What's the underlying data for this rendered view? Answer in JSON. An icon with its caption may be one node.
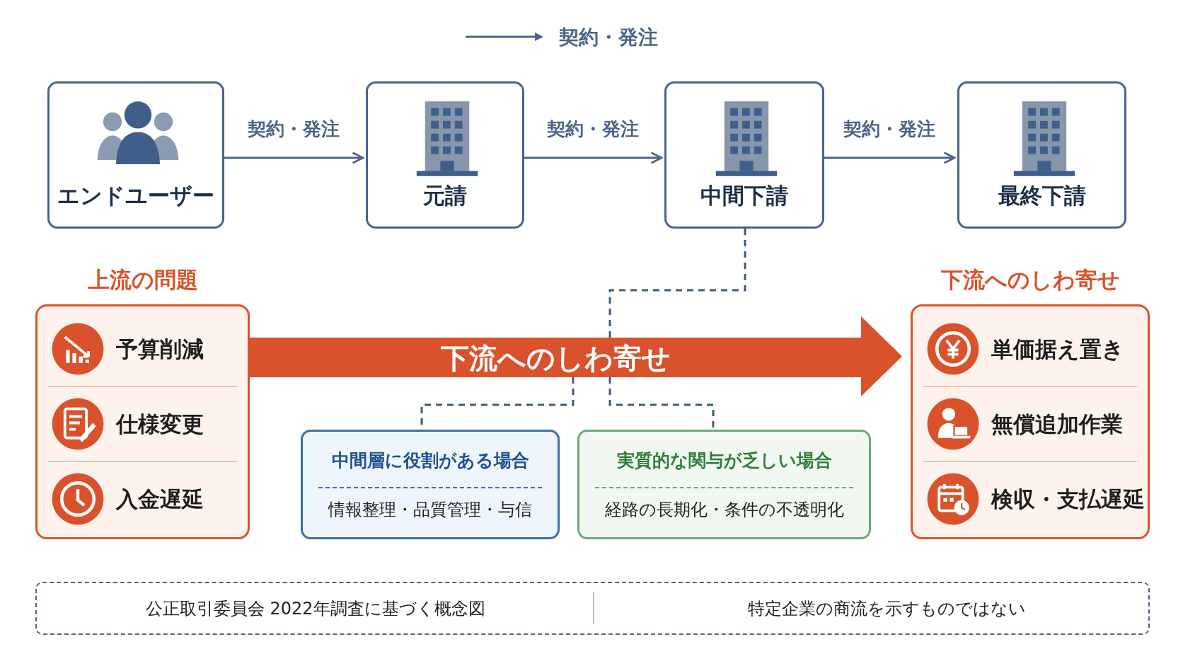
{
  "diagram": {
    "nodes": [
      {
        "text": [
          "エンドユーザー"
        ]
      },
      {
        "text": [
          "元請"
        ]
      },
      {
        "text": [
          "中間下請"
        ]
      },
      {
        "text": [
          "最終下請"
        ]
      },
      {
        "text": [
          "上流の問題"
        ]
      },
      {
        "text": [
          "予算削減"
        ],
        "in": 4
      },
      {
        "text": [
          "仕様変更"
        ],
        "in": 4
      },
      {
        "text": [
          "入金遅延"
        ],
        "in": 4
      },
      {
        "text": [
          "下流へのしわ寄せ"
        ]
      },
      {
        "text": [
          "下流へのしわ寄せ"
        ]
      },
      {
        "text": [
          "単価据え置き"
        ],
        "in": 9
      },
      {
        "text": [
          "無償追加作業"
        ],
        "in": 9
      },
      {
        "text": [
          "検収・支払遅延"
        ],
        "in": 9
      },
      {
        "text": [
          "中間層に役割がある場合",
          "情報整理・品質管理・与信"
        ]
      },
      {
        "text": [
          "実質的な関与が乏しい場合",
          "経路の長期化・条件の不透明化"
        ]
      },
      {
        "text": [
          "公正取引委員会 2022年調査に基づく概念図",
          "特定企業の商流を示すものではない"
        ]
      }
    ],
    "edges": [
      {
        "from": 0,
        "to": 1,
        "label": "契約・発注",
        "arrow": "to"
      },
      {
        "from": 1,
        "to": 2,
        "label": "契約・発注",
        "arrow": "to"
      },
      {
        "from": 2,
        "to": 3,
        "label": "契約・発注",
        "arrow": "to"
      },
      {
        "from": 2,
        "to": 8,
        "arrow": "none",
        "style": "dashed"
      },
      {
        "from": 8,
        "to": 13,
        "arrow": "none",
        "style": "dashed"
      },
      {
        "from": 8,
        "to": 14,
        "arrow": "none",
        "style": "dashed"
      }
    ],
    "legend": [
      {
        "text": "契約・発注"
      }
    ]
  }
}
